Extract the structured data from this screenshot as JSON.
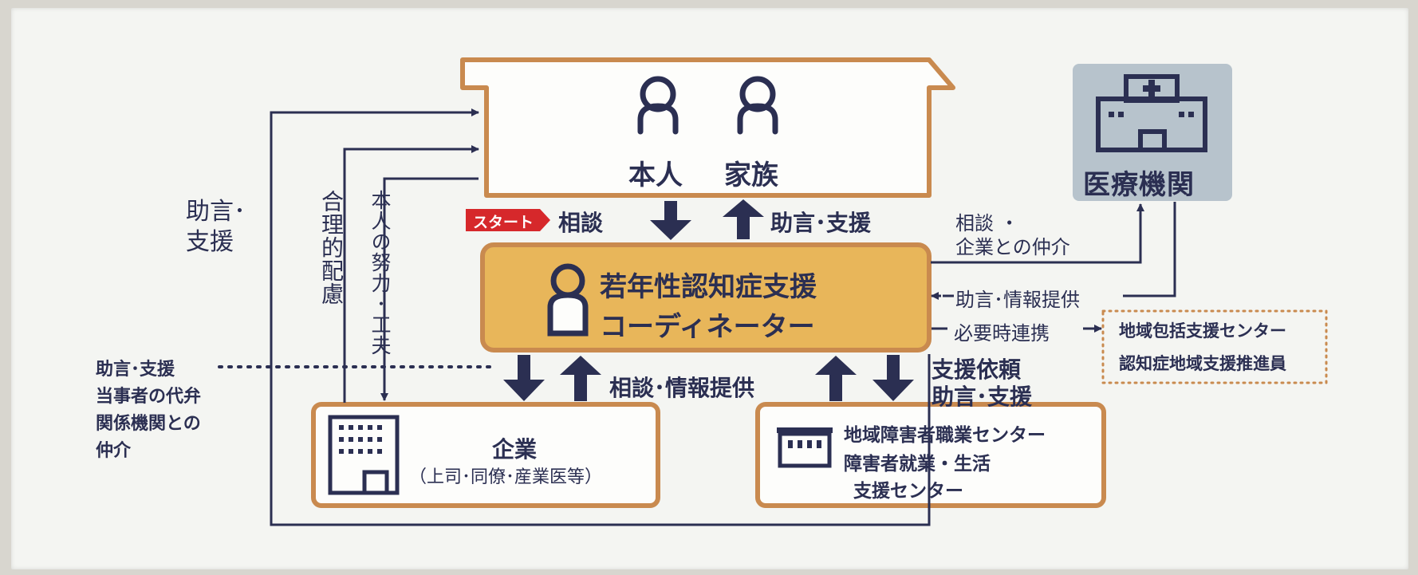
{
  "home": {
    "person": "本人",
    "family": "家族"
  },
  "coordinator": {
    "line1": "若年性認知症支援",
    "line2": "コーディネーター"
  },
  "hospital": {
    "label": "医療機関"
  },
  "company": {
    "title": "企業",
    "subtitle": "（上司･同僚･産業医等）"
  },
  "center": {
    "line1": "地域障害者職業センター",
    "line2": "障害者就業・生活",
    "line3": "支援センター"
  },
  "regional": {
    "line1": "地域包括支援センター",
    "line2": "認知症地域支援推進員"
  },
  "labels": {
    "start": "スタート",
    "consult": "相談",
    "advice_support": "助言･支援",
    "consult_info": "相談･情報提供",
    "support_request": "支援依頼",
    "advice_support2": "助言･支援",
    "consult_mediate_1": "相談 ・",
    "consult_mediate_2": "企業との仲介",
    "advice_info": "助言･情報提供",
    "cooperation": "必要時連携",
    "left_advice_1": "助言･",
    "left_advice_2": "支援",
    "reasonable": "合理的配慮",
    "effort": "本人の努力･工夫",
    "bottom_left_1": "助言･支援",
    "bottom_left_2": "当事者の代弁",
    "bottom_left_3": "関係機関との",
    "bottom_left_4": "仲介"
  },
  "colors": {
    "navy": "#2b2f52",
    "orange": "#c98a4f",
    "gold": "#e8b65a",
    "red": "#d6282b",
    "hospital_bg": "#b7c3cc"
  }
}
